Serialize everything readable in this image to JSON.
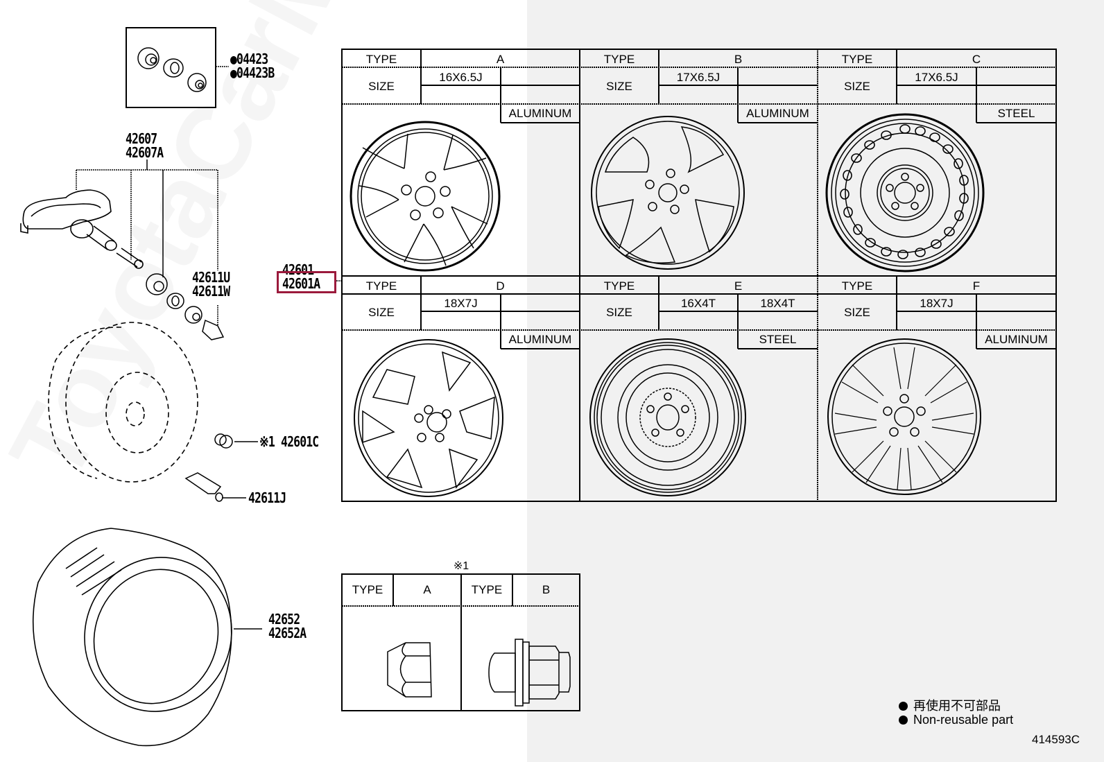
{
  "diagram": {
    "figure_number": "414593C",
    "watermark": "ToyotaCarMine.ru",
    "highlight_color": "#9b1a3c",
    "background_split_color": "#f1f1f1"
  },
  "callouts": {
    "valve_core_set": [
      "04423",
      "04423B"
    ],
    "tpms_sensor": [
      "42607",
      "42607A"
    ],
    "valve_cap": [
      "42611U",
      "42611W"
    ],
    "disc_wheel": [
      "42601",
      "42601A"
    ],
    "hub_nut": "※1 42601C",
    "valve": "42611J",
    "tire": [
      "42652",
      "42652A"
    ]
  },
  "wheel_table": {
    "type_label": "TYPE",
    "size_label": "SIZE",
    "types": [
      {
        "type": "A",
        "sizes": [
          "16X6.5J",
          ""
        ],
        "material": "ALUMINUM"
      },
      {
        "type": "B",
        "sizes": [
          "17X6.5J",
          ""
        ],
        "material": "ALUMINUM"
      },
      {
        "type": "C",
        "sizes": [
          "17X6.5J",
          ""
        ],
        "material": "STEEL"
      },
      {
        "type": "D",
        "sizes": [
          "18X7J",
          ""
        ],
        "material": "ALUMINUM"
      },
      {
        "type": "E",
        "sizes": [
          "16X4T",
          "18X4T"
        ],
        "material": "STEEL"
      },
      {
        "type": "F",
        "sizes": [
          "18X7J",
          ""
        ],
        "material": "ALUMINUM"
      }
    ]
  },
  "nut_table": {
    "note": "※1",
    "type_label": "TYPE",
    "types": [
      "A",
      "B"
    ]
  },
  "legend": {
    "items": [
      "再使用不可部品",
      "Non-reusable part"
    ]
  }
}
